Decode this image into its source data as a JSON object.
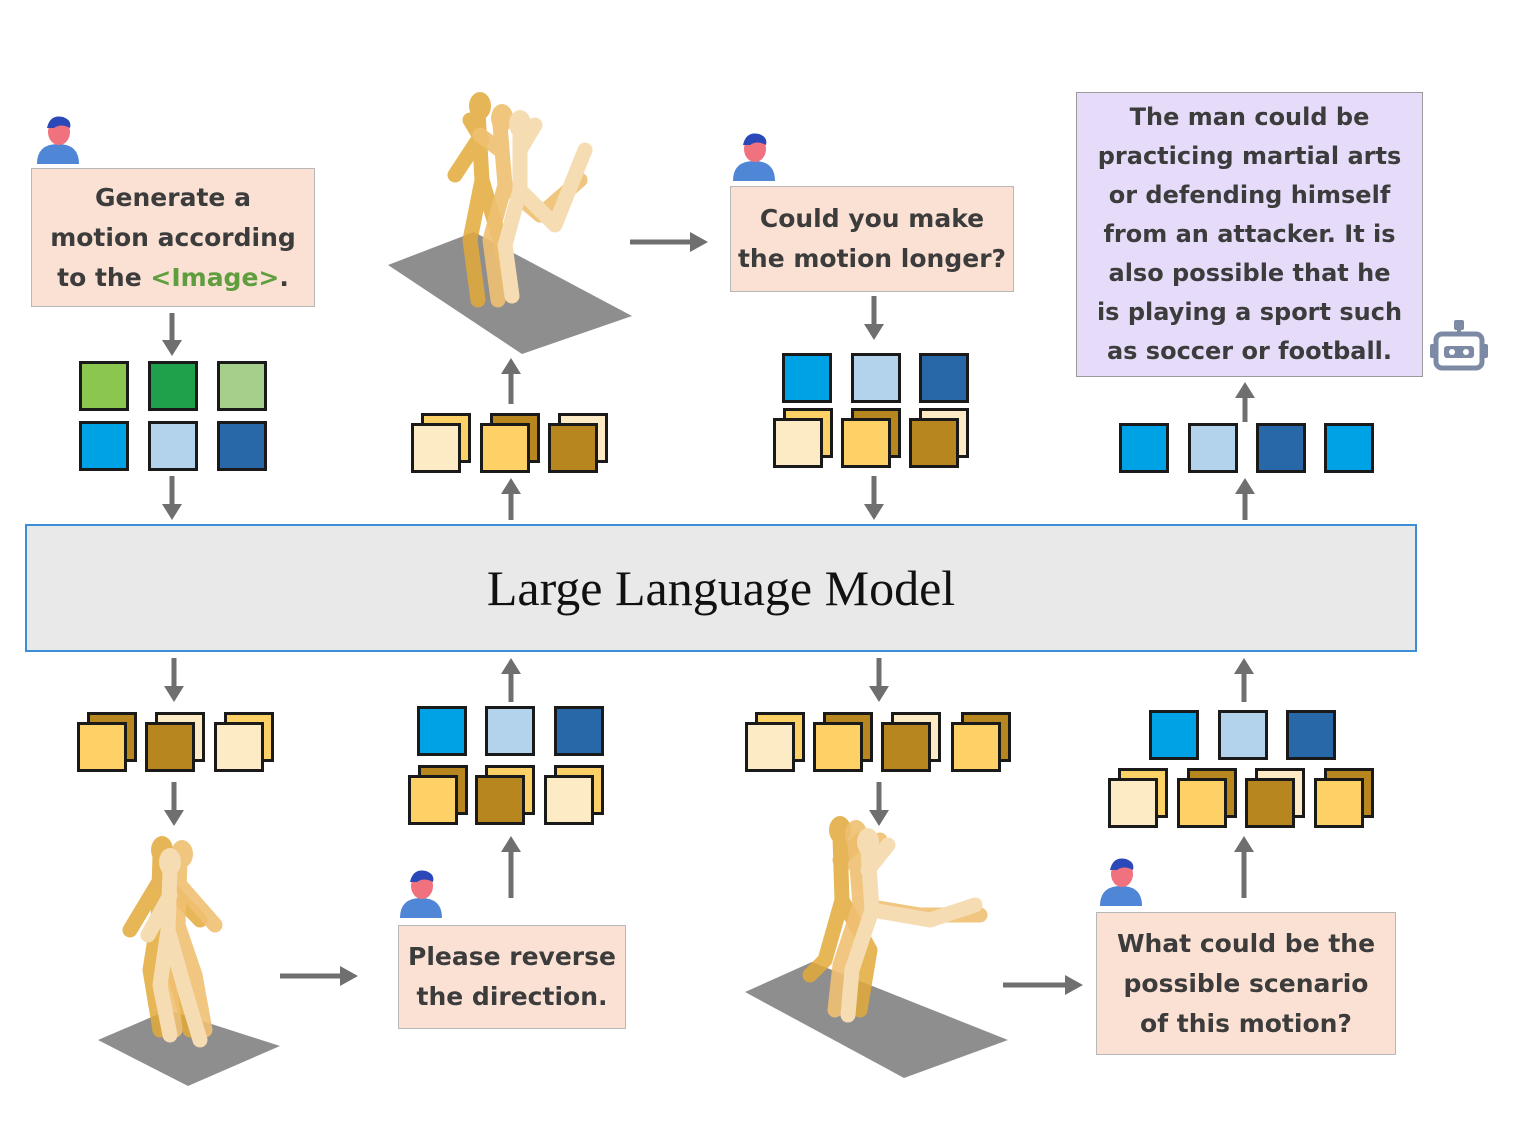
{
  "colors": {
    "prompt_bg": "#fbe1d3",
    "response_bg": "#e6dcfa",
    "llm_bg": "#e9e9e9",
    "llm_border": "#3a8fd6",
    "arrow": "#6f6f6f",
    "highlight": "#5e9e3e",
    "image_tokens": [
      "#8bc64f",
      "#1fa04a",
      "#a6cf8b"
    ],
    "text_tokens": [
      "#00a2e6",
      "#b3d2ec",
      "#2968a8"
    ],
    "motion_tokens": [
      "#fdebc6",
      "#fdd166",
      "#b8861f"
    ]
  },
  "llm": {
    "label": "Large Language Model"
  },
  "prompts": {
    "p1": {
      "line1": "Generate a",
      "line2": "motion according",
      "line3_pre": "to the ",
      "line3_hl": "<Image>",
      "line3_post": "."
    },
    "p2": {
      "line1": "Could you  make",
      "line2": "the motion longer?"
    },
    "p3": {
      "line1": "Please reverse",
      "line2": "the direction."
    },
    "p4": {
      "line1": "What could be the",
      "line2": "possible scenario",
      "line3": "of this motion?"
    }
  },
  "response": {
    "lines": [
      "The man could be",
      "practicing martial arts",
      "or defending himself",
      "from an attacker. It is",
      "also possible that he",
      "is playing a sport such",
      "as soccer or football."
    ]
  },
  "icons": {
    "user": "user-avatar-icon",
    "robot": "robot-icon",
    "motion": "motion-figure"
  }
}
